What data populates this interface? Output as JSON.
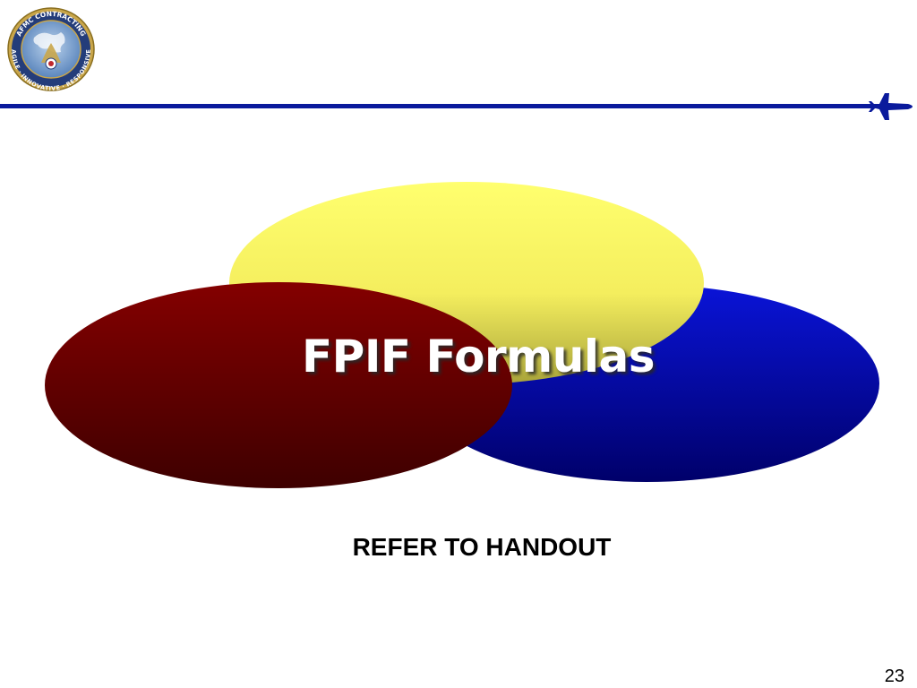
{
  "slide": {
    "title": "FPIF Formulas",
    "subtitle": "REFER TO HANDOUT",
    "page_number": "23"
  },
  "logo": {
    "icon": "afmc-contracting-seal-icon",
    "ring_text_top": "AFMC CONTRACTING",
    "ring_text_bottom": "AGILE · INNOVATIVE · RESPONSIVE"
  },
  "header": {
    "rule_color": "#0a1a9c",
    "end_icon": "jet-aircraft-icon"
  },
  "colors": {
    "yellow_ellipse": "#f5f060",
    "red_ellipse": "#7a0000",
    "blue_ellipse": "#0000b0",
    "title_text": "#ffffff"
  }
}
